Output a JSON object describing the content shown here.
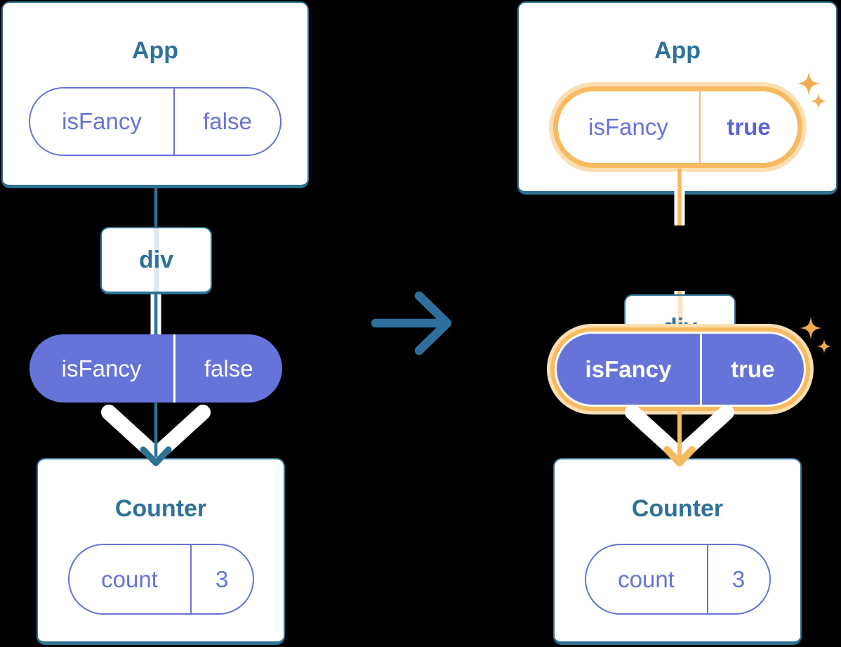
{
  "colors": {
    "background": "#000000",
    "card_border_teal": "#2d7193",
    "node_text_teal": "#2e7199",
    "arrow_teal": "#2e6f9e",
    "purple": "#6673d9",
    "purple_bold_text": "#5a64d8",
    "highlight_orange": "#f8ba60",
    "highlight_orange_halo": "#fbdfb2",
    "sparkle_orange": "#f3ab4f",
    "pale_blue_line": "#dbe7f1",
    "pale_orange_line": "#fae4c3",
    "white": "#ffffff"
  },
  "before": {
    "app": {
      "title": "App",
      "prop": {
        "name": "isFancy",
        "value": "false"
      }
    },
    "div_node": {
      "label": "div"
    },
    "passed_prop": {
      "name": "isFancy",
      "value": "false"
    },
    "counter": {
      "title": "Counter",
      "state": {
        "name": "count",
        "value": "3"
      }
    }
  },
  "after": {
    "app": {
      "title": "App",
      "prop": {
        "name": "isFancy",
        "value": "true"
      }
    },
    "div_node": {
      "label": "div"
    },
    "passed_prop": {
      "name": "isFancy",
      "value": "true"
    },
    "counter": {
      "title": "Counter",
      "state": {
        "name": "count",
        "value": "3"
      }
    }
  }
}
